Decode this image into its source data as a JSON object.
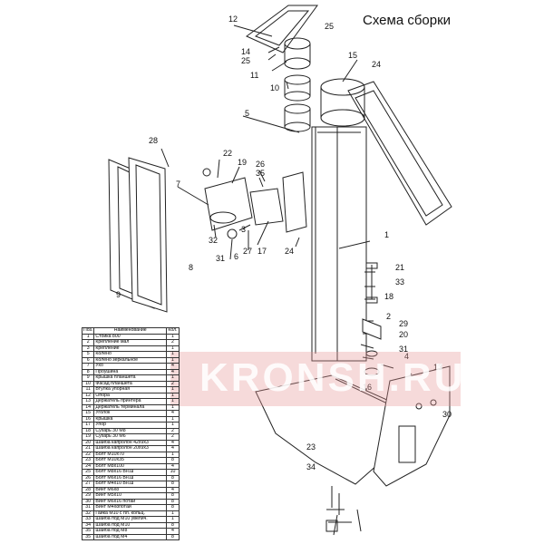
{
  "title": "Схема сборки",
  "watermark": "KRONSH.RU",
  "callouts": [
    "12",
    "25",
    "14",
    "25",
    "11",
    "10",
    "15",
    "24",
    "5",
    "28",
    "22",
    "19",
    "26",
    "35",
    "7",
    "1",
    "32",
    "6",
    "3",
    "31",
    "27",
    "17",
    "24",
    "21",
    "33",
    "18",
    "2",
    "8",
    "9",
    "29",
    "20",
    "31",
    "4",
    "13",
    "16",
    "30",
    "23",
    "34"
  ],
  "table": {
    "headers": [
      "Поз.",
      "Наименование",
      "Кол."
    ],
    "rows": [
      [
        "1",
        "Стойка 800",
        "1"
      ],
      [
        "2",
        "Крепление мал",
        "2"
      ],
      [
        "3",
        "Крепление",
        "1"
      ],
      [
        "5",
        "Колено",
        "1"
      ],
      [
        "6",
        "Колено зеркальное",
        "1"
      ],
      [
        "7",
        "Ухо",
        "4"
      ],
      [
        "8",
        "Проушина",
        "4"
      ],
      [
        "9",
        "Крышка планшета",
        "1"
      ],
      [
        "10",
        "Фасад планшета",
        "2"
      ],
      [
        "11",
        "Втулка упорная",
        "1"
      ],
      [
        "12",
        "Опора",
        "1"
      ],
      [
        "13",
        "Держатель принтера",
        "1"
      ],
      [
        "14",
        "Держатель терминала",
        "1"
      ],
      [
        "15",
        "Уголок",
        "4"
      ],
      [
        "16",
        "Крышка",
        "1"
      ],
      [
        "17",
        "Упор",
        "1"
      ],
      [
        "18",
        "Сухарь 30 М8",
        "2"
      ],
      [
        "19",
        "Сухарь 30 М6",
        "2"
      ],
      [
        "20",
        "Шайба капролон 42х9х3",
        "4"
      ],
      [
        "21",
        "Шайба капролон 20х9х3",
        "4"
      ],
      [
        "22",
        "Болт М10х70",
        "1"
      ],
      [
        "23",
        "Болт М10х35",
        "8"
      ],
      [
        "24",
        "Болт М8х100",
        "4"
      ],
      [
        "25",
        "Болт М8х16 Вн.ш",
        "10"
      ],
      [
        "26",
        "Болт М6х16 Вн.ш",
        "8"
      ],
      [
        "27",
        "Болт М4х10 Вн.ш",
        "8"
      ],
      [
        "28",
        "Винт М6х8",
        "4"
      ],
      [
        "29",
        "Винт М5х10",
        "8"
      ],
      [
        "30",
        "Винт М6х16 потай",
        "8"
      ],
      [
        "31",
        "Винт М4х8потай",
        "8"
      ],
      [
        "32",
        "Гайка М10 с пл. кольц.",
        "1"
      ],
      [
        "33",
        "Шайба под М10 увелич.",
        "1"
      ],
      [
        "34",
        "Шайба под М10",
        "8"
      ],
      [
        "35",
        "Шайба под М8",
        "4"
      ],
      [
        "35",
        "Шайба под М4",
        "8"
      ]
    ]
  }
}
